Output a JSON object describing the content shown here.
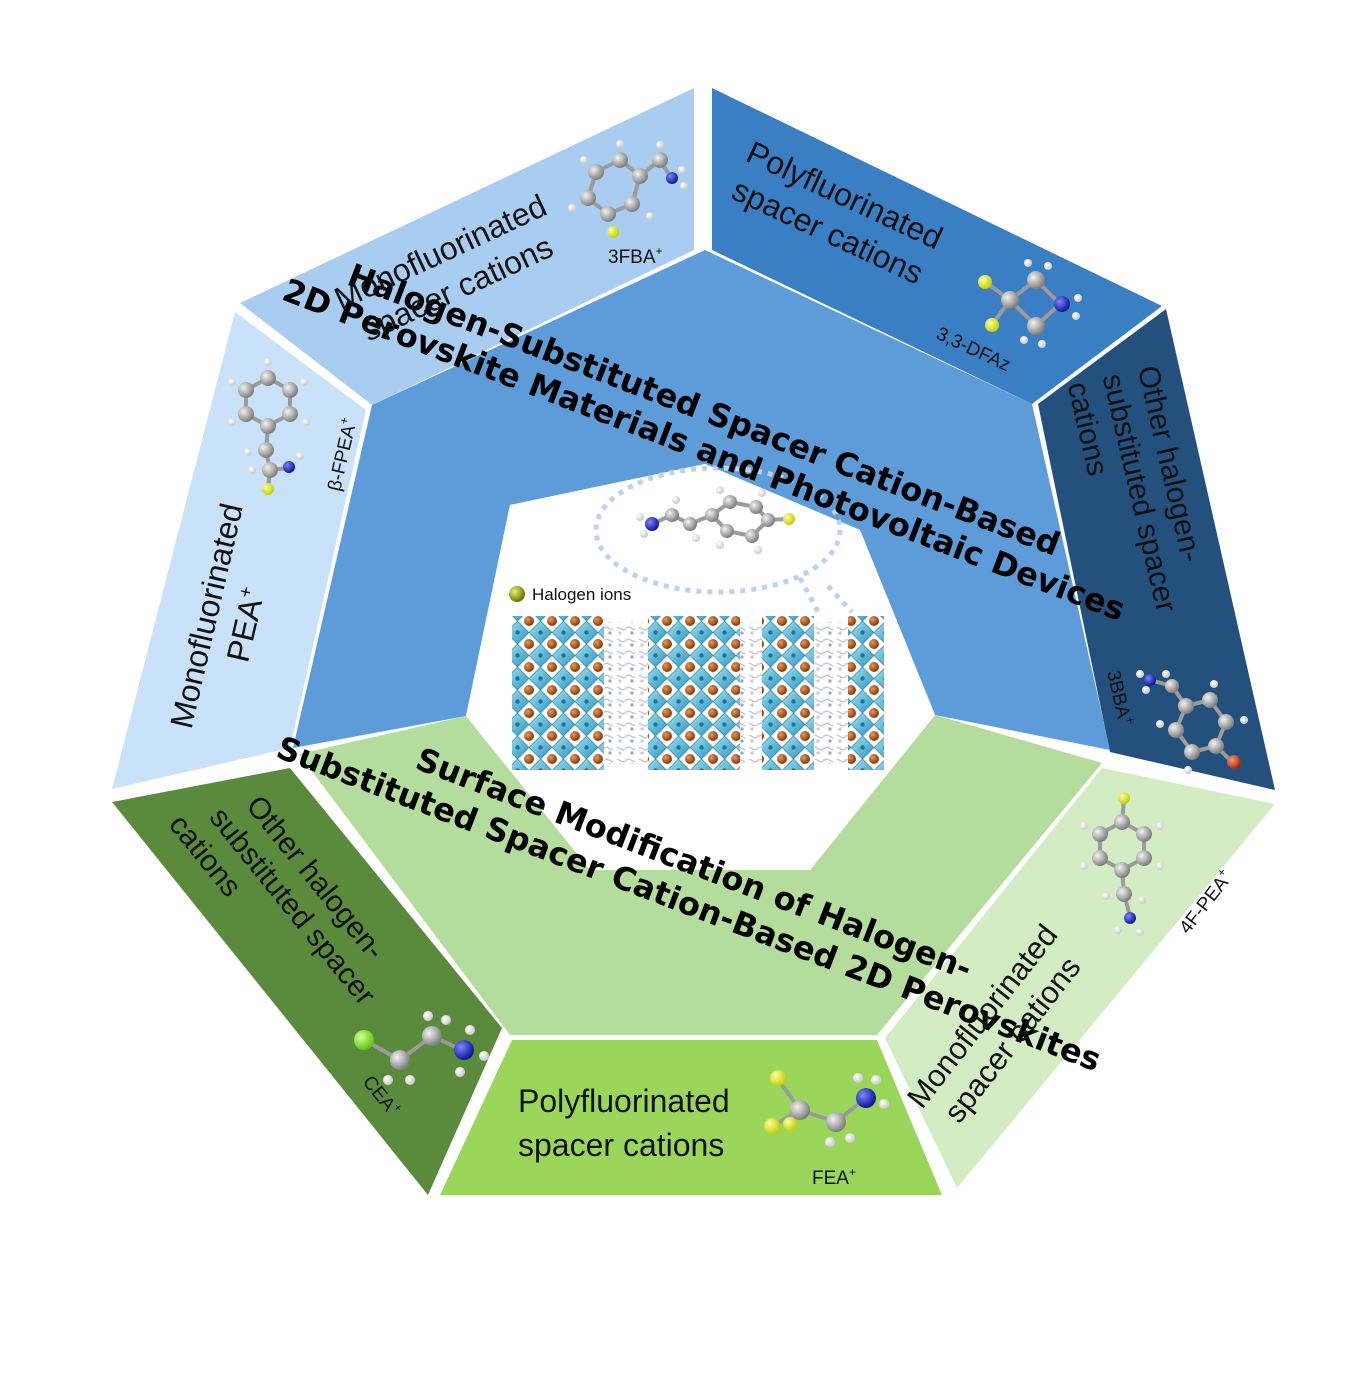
{
  "diagram": {
    "inner_title_top": {
      "line1": "Halogen-Substituted Spacer Cation-Based",
      "line2": "2D Perovskite Materials and Photovoltaic Devices"
    },
    "inner_title_bottom": {
      "line1": "Surface Modification of Halogen-",
      "line2": "Substituted Spacer Cation-Based 2D Perovskites"
    },
    "center": {
      "legend_label": "Halogen ions"
    },
    "outer_segments": [
      {
        "id": "top-left",
        "line1": "Monofluorinated",
        "line2": "spacer cations",
        "tag": "3FBA",
        "tag_sup": "+"
      },
      {
        "id": "top-right",
        "line1": "Polyfluorinated",
        "line2": "spacer cations",
        "tag": "3,3-DFAz",
        "tag_sup": ""
      },
      {
        "id": "right",
        "line1": "Other halogen-",
        "line2": "substituted spacer",
        "line3": "cations",
        "tag": "3BBA",
        "tag_sup": "+"
      },
      {
        "id": "left",
        "line1": "Monofluorinated",
        "line2": "PEA",
        "line2_sup": "+",
        "tag": "β-FPEA",
        "tag_sup": "+"
      },
      {
        "id": "bottom-left",
        "line1": "Other halogen-",
        "line2": "substituted spacer",
        "line3": "cations",
        "tag": "CEA",
        "tag_sup": "+"
      },
      {
        "id": "bottom",
        "line1": "Polyfluorinated",
        "line2": "spacer cations",
        "tag": "FEA",
        "tag_sup": "+"
      },
      {
        "id": "bottom-right",
        "line1": "Monofluorinated",
        "line2": "spacer cations",
        "tag": "4F-PEA",
        "tag_sup": "+"
      }
    ],
    "colors": {
      "top_left": "#a9cdf1",
      "top_right": "#3a7ec4",
      "right": "#23507d",
      "left": "#c9e2fa",
      "bottom_left": "#5a8a3c",
      "bottom": "#9ad65a",
      "bottom_right": "#d4ecc4",
      "inner_blue": "#5d9cd8",
      "inner_green": "#b4dc9c"
    }
  }
}
